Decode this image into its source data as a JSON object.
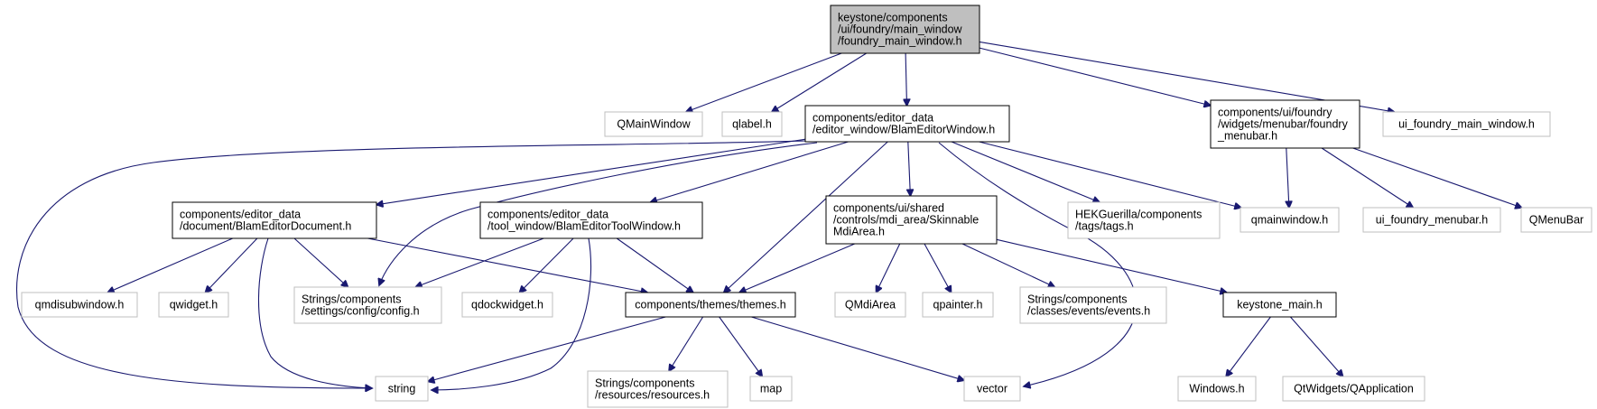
{
  "nodes": [
    {
      "id": "root",
      "kind": "root",
      "lines": [
        "keystone/components",
        "/ui/foundry/main_window",
        "/foundry_main_window.h"
      ]
    },
    {
      "id": "qmainwindow",
      "kind": "external",
      "lines": [
        "QMainWindow"
      ]
    },
    {
      "id": "qlabel",
      "kind": "external",
      "lines": [
        "qlabel.h"
      ]
    },
    {
      "id": "blam-editor-window",
      "kind": "internal",
      "lines": [
        "components/editor_data",
        "/editor_window/BlamEditorWindow.h"
      ]
    },
    {
      "id": "foundry-menubar",
      "kind": "internal",
      "lines": [
        "components/ui/foundry",
        "/widgets/menubar/foundry",
        "_menubar.h"
      ]
    },
    {
      "id": "ui-foundry-main-window",
      "kind": "external",
      "lines": [
        "ui_foundry_main_window.h"
      ]
    },
    {
      "id": "blam-editor-document",
      "kind": "internal",
      "lines": [
        "components/editor_data",
        "/document/BlamEditorDocument.h"
      ]
    },
    {
      "id": "blam-editor-tool-window",
      "kind": "internal",
      "lines": [
        "components/editor_data",
        "/tool_window/BlamEditorToolWindow.h"
      ]
    },
    {
      "id": "skinnable-mdi-area",
      "kind": "internal",
      "lines": [
        "components/ui/shared",
        "/controls/mdi_area/Skinnable",
        "MdiArea.h"
      ]
    },
    {
      "id": "tags",
      "kind": "external",
      "lines": [
        "HEKGuerilla/components",
        "/tags/tags.h"
      ]
    },
    {
      "id": "qmainwindow-h",
      "kind": "external",
      "lines": [
        "qmainwindow.h"
      ]
    },
    {
      "id": "ui-foundry-menubar",
      "kind": "external",
      "lines": [
        "ui_foundry_menubar.h"
      ]
    },
    {
      "id": "qmenubar",
      "kind": "external",
      "lines": [
        "QMenuBar"
      ]
    },
    {
      "id": "qmdisubwindow",
      "kind": "external",
      "lines": [
        "qmdisubwindow.h"
      ]
    },
    {
      "id": "qwidget",
      "kind": "external",
      "lines": [
        "qwidget.h"
      ]
    },
    {
      "id": "config",
      "kind": "external",
      "lines": [
        "Strings/components",
        "/settings/config/config.h"
      ]
    },
    {
      "id": "qdockwidget",
      "kind": "external",
      "lines": [
        "qdockwidget.h"
      ]
    },
    {
      "id": "themes",
      "kind": "internal",
      "lines": [
        "components/themes/themes.h"
      ]
    },
    {
      "id": "qmdiarea",
      "kind": "external",
      "lines": [
        "QMdiArea"
      ]
    },
    {
      "id": "qpainter",
      "kind": "external",
      "lines": [
        "qpainter.h"
      ]
    },
    {
      "id": "events",
      "kind": "external",
      "lines": [
        "Strings/components",
        "/classes/events/events.h"
      ]
    },
    {
      "id": "keystone-main",
      "kind": "internal",
      "lines": [
        "keystone_main.h"
      ]
    },
    {
      "id": "string",
      "kind": "external",
      "lines": [
        "string"
      ]
    },
    {
      "id": "resources",
      "kind": "external",
      "lines": [
        "Strings/components",
        "/resources/resources.h"
      ]
    },
    {
      "id": "map",
      "kind": "external",
      "lines": [
        "map"
      ]
    },
    {
      "id": "vector",
      "kind": "external",
      "lines": [
        "vector"
      ]
    },
    {
      "id": "windows",
      "kind": "external",
      "lines": [
        "Windows.h"
      ]
    },
    {
      "id": "qapplication",
      "kind": "external",
      "lines": [
        "QtWidgets/QApplication"
      ]
    }
  ],
  "edges": [
    {
      "from": "root",
      "to": "qmainwindow"
    },
    {
      "from": "root",
      "to": "qlabel"
    },
    {
      "from": "root",
      "to": "blam-editor-window"
    },
    {
      "from": "root",
      "to": "foundry-menubar"
    },
    {
      "from": "root",
      "to": "ui-foundry-main-window"
    },
    {
      "from": "blam-editor-window",
      "to": "blam-editor-document"
    },
    {
      "from": "blam-editor-window",
      "to": "blam-editor-tool-window"
    },
    {
      "from": "blam-editor-window",
      "to": "skinnable-mdi-area"
    },
    {
      "from": "blam-editor-window",
      "to": "tags"
    },
    {
      "from": "blam-editor-window",
      "to": "qmainwindow-h"
    },
    {
      "from": "blam-editor-window",
      "to": "config"
    },
    {
      "from": "blam-editor-window",
      "to": "themes"
    },
    {
      "from": "blam-editor-window",
      "to": "string"
    },
    {
      "from": "blam-editor-window",
      "to": "vector"
    },
    {
      "from": "foundry-menubar",
      "to": "qmainwindow-h"
    },
    {
      "from": "foundry-menubar",
      "to": "ui-foundry-menubar"
    },
    {
      "from": "foundry-menubar",
      "to": "qmenubar"
    },
    {
      "from": "blam-editor-document",
      "to": "qmdisubwindow"
    },
    {
      "from": "blam-editor-document",
      "to": "qwidget"
    },
    {
      "from": "blam-editor-document",
      "to": "config"
    },
    {
      "from": "blam-editor-document",
      "to": "themes"
    },
    {
      "from": "blam-editor-document",
      "to": "string"
    },
    {
      "from": "blam-editor-tool-window",
      "to": "config"
    },
    {
      "from": "blam-editor-tool-window",
      "to": "qdockwidget"
    },
    {
      "from": "blam-editor-tool-window",
      "to": "themes"
    },
    {
      "from": "blam-editor-tool-window",
      "to": "string"
    },
    {
      "from": "skinnable-mdi-area",
      "to": "themes"
    },
    {
      "from": "skinnable-mdi-area",
      "to": "qmdiarea"
    },
    {
      "from": "skinnable-mdi-area",
      "to": "qpainter"
    },
    {
      "from": "skinnable-mdi-area",
      "to": "events"
    },
    {
      "from": "skinnable-mdi-area",
      "to": "keystone-main"
    },
    {
      "from": "themes",
      "to": "string"
    },
    {
      "from": "themes",
      "to": "resources"
    },
    {
      "from": "themes",
      "to": "map"
    },
    {
      "from": "themes",
      "to": "vector"
    },
    {
      "from": "keystone-main",
      "to": "windows"
    },
    {
      "from": "keystone-main",
      "to": "qapplication"
    }
  ],
  "colors": {
    "edge": "#191970",
    "internal_border": "#000000",
    "external_border": "#bfbfbf",
    "root_fill": "#bfbfbf",
    "background": "#ffffff"
  }
}
